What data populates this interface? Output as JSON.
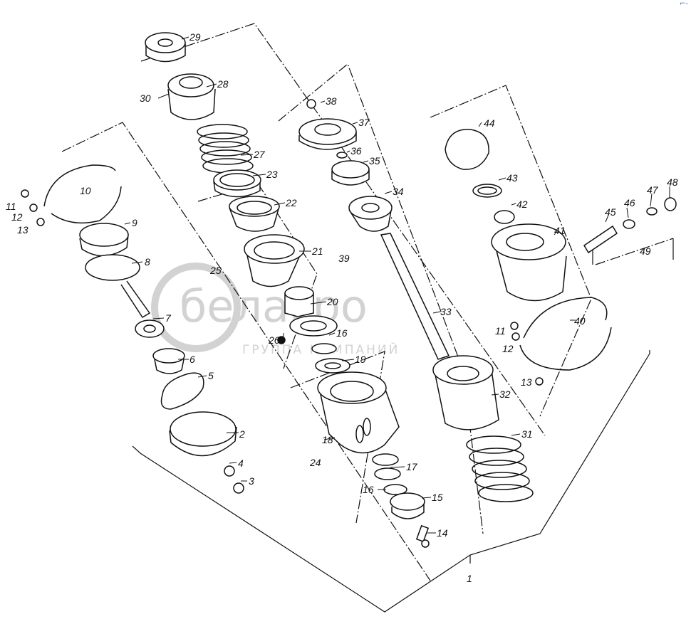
{
  "watermark": {
    "brand": "белагро",
    "subtitle": "ГРУППА КОМПАНИЙ",
    "color": "#d2d2d2"
  },
  "corner_mark": "⌐-",
  "callouts": [
    "1",
    "2",
    "3",
    "4",
    "5",
    "6",
    "7",
    "8",
    "9",
    "10",
    "11",
    "12",
    "13",
    "14",
    "15",
    "16",
    "16",
    "17",
    "18",
    "19",
    "20",
    "21",
    "22",
    "23",
    "24",
    "25",
    "26",
    "27",
    "28",
    "29",
    "30",
    "31",
    "32",
    "33",
    "34",
    "35",
    "36",
    "37",
    "38",
    "39",
    "40",
    "41",
    "42",
    "43",
    "44",
    "45",
    "46",
    "47",
    "48",
    "49",
    "11",
    "12",
    "13"
  ],
  "colors": {
    "ink": "#111111",
    "paper": "#ffffff"
  }
}
